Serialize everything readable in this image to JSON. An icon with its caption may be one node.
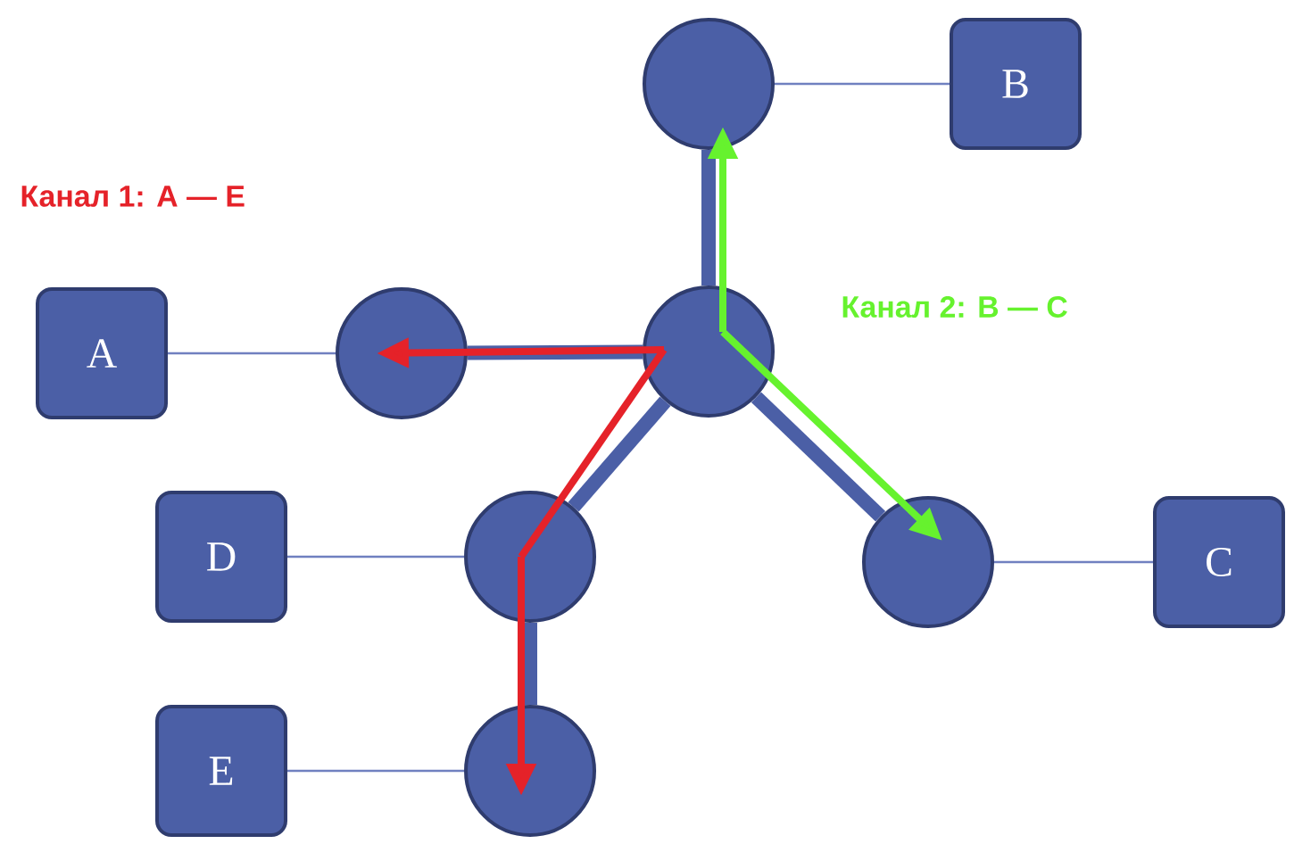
{
  "diagram": {
    "nodes": [
      {
        "text": [],
        "shape": "circle"
      },
      {
        "text": [
          "B"
        ]
      },
      {
        "text": [
          "A"
        ]
      },
      {
        "text": [],
        "shape": "circle"
      },
      {
        "text": [],
        "shape": "circle"
      },
      {
        "text": [
          "D"
        ]
      },
      {
        "text": [],
        "shape": "circle"
      },
      {
        "text": [],
        "shape": "circle"
      },
      {
        "text": [
          "C"
        ]
      },
      {
        "text": [
          "E"
        ]
      },
      {
        "text": [],
        "shape": "circle"
      }
    ],
    "edges": [
      {
        "from": 0,
        "to": 1,
        "arrow": "none"
      },
      {
        "from": 2,
        "to": 3,
        "arrow": "none"
      },
      {
        "from": 4,
        "to": 0,
        "arrow": "none",
        "style": "thick"
      },
      {
        "from": 4,
        "to": 3,
        "arrow": "none",
        "style": "thick"
      },
      {
        "from": 4,
        "to": 6,
        "arrow": "none",
        "style": "thick"
      },
      {
        "from": 6,
        "to": 10,
        "arrow": "none",
        "style": "thick"
      },
      {
        "from": 4,
        "to": 7,
        "arrow": "none",
        "style": "thick"
      },
      {
        "from": 5,
        "to": 6,
        "arrow": "none"
      },
      {
        "from": 7,
        "to": 8,
        "arrow": "none"
      },
      {
        "from": 9,
        "to": 10,
        "arrow": "none"
      },
      {
        "from": 4,
        "to": 3,
        "arrow": "to",
        "color": "#e52229"
      },
      {
        "from": 4,
        "to": 6,
        "arrow": "none",
        "color": "#e52229"
      },
      {
        "from": 6,
        "to": 10,
        "arrow": "to",
        "color": "#e52229"
      },
      {
        "from": 4,
        "to": 0,
        "arrow": "to",
        "color": "#66f22e"
      },
      {
        "from": 4,
        "to": 7,
        "arrow": "to",
        "color": "#66f22e"
      }
    ],
    "labels": [
      "Канал 1: A — E",
      "Канал 2: B — C"
    ]
  }
}
